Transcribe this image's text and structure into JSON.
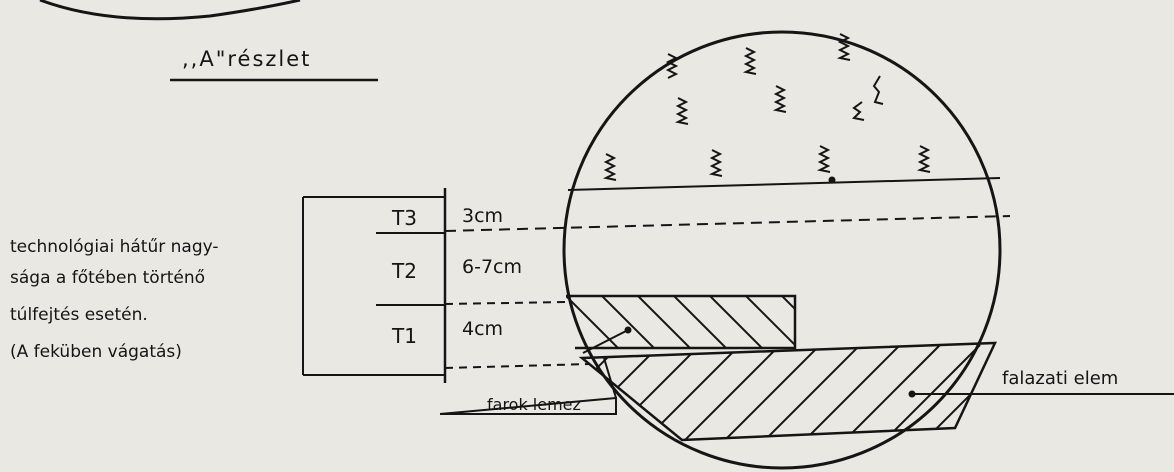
{
  "detail_title": ",,A\"részlet",
  "side_note": {
    "lines": [
      "technológiai hátűr nagy-",
      "sága a főtében történő",
      "túlfejtés esetén.",
      "(A feküben vágatás)"
    ]
  },
  "layers": [
    {
      "name": "T3",
      "thickness": "3cm"
    },
    {
      "name": "T2",
      "thickness": "6-7cm"
    },
    {
      "name": "T1",
      "thickness": "4cm"
    }
  ],
  "callouts": {
    "tail_plate": "farok lemez",
    "wall_element": "falazati elem"
  },
  "ink_color": "#151515",
  "paper_color": "#e9e8e3"
}
